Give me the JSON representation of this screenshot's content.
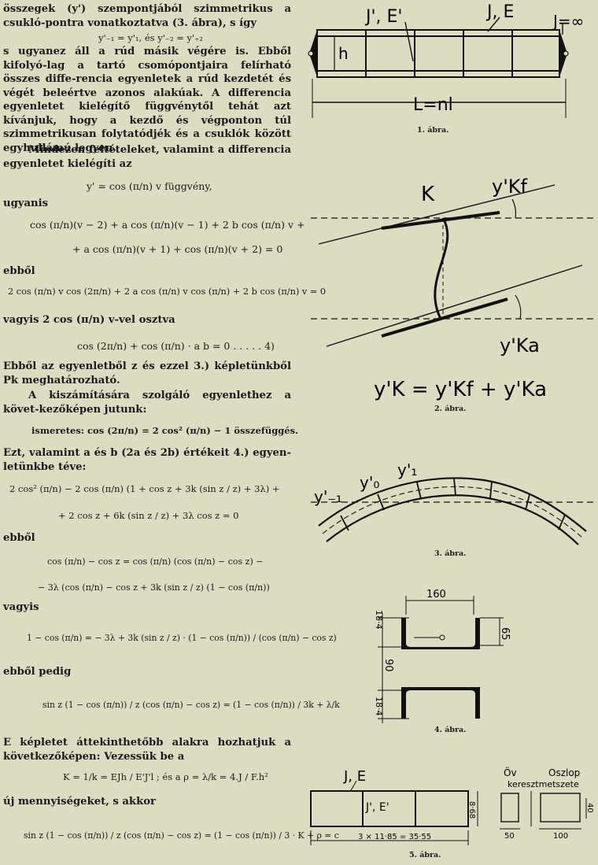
{
  "left": {
    "para1": "összegek (y') szempontjából szimmetrikus a csukló-pontra vonatkoztatva (3. ábra), s így",
    "eq1": "y'₋₁ = y'₁, és y'₋₂ = y'₊₂",
    "para2": "s ugyanez áll a rúd másik végére is. Ebből kifolyó-lag a tartó csomópontjaira felírható összes diffe-rencia egyenletek a rúd kezdetét és végét beleértve azonos alakúak. A differencia egyenletet kielégítő függvénytől tehát azt kívánjuk, hogy a kezdő és végponton túl szimmetrikusan folytatódjék és a csuklók között egyhullámú legyen.",
    "para3": "Mindezen feltételeket, valamint a differencia egyenletet kielégíti az",
    "eq2": "y' = cos (π/n) v   függvény,",
    "ugyanis": "ugyanis",
    "eq3a": "cos (π/n)(v − 2) + a cos (π/n)(v − 1) + 2 b cos (π/n) v +",
    "eq3b": "+ a cos (π/n)(v + 1) + cos (π/n)(v + 2) = 0",
    "ebbol1": "ebből",
    "eq4": "2 cos (π/n) v cos (2π/n) + 2 a cos (π/n) v cos (π/n) + 2 b cos (π/n) v = 0",
    "vagyis1": "vagyis  2 cos (π/n) v-vel osztva",
    "eq5": "cos (2π/n) + cos (π/n) · a    b = 0 . . . . .  4)",
    "para4": "Ebből az egyenletből z és ezzel 3.) képletünkből Pk meghatározható.",
    "para5": "A kiszámítására szolgáló egyenlethez a követ-kezőképen jutunk:",
    "eq6": "ismeretes:  cos (2π/n) = 2 cos² (π/n) − 1  összefüggés.",
    "para6": "Ezt, valamint a és b (2a és 2b) értékeit 4.) egyen-letünkbe téve:",
    "eq7a": "2 cos² (π/n) − 2 cos (π/n) (1 + cos z + 3k (sin z / z) + 3λ) +",
    "eq7b": "+ 2 cos z + 6k (sin z / z) + 3λ cos z = 0",
    "ebbol2": "ebből",
    "eq8a": "cos (π/n) − cos z = cos (π/n) (cos (π/n) − cos z) −",
    "eq8b": "− 3λ (cos (π/n) − cos z + 3k (sin z / z) (1 − cos (π/n))",
    "vagyis2": "vagyis",
    "eq9": "1 − cos (π/n) = − 3λ + 3k (sin z / z) · (1 − cos (π/n)) / (cos (π/n) − cos z)",
    "ebbolpedig": "ebből pedig",
    "eq10": "sin z (1 − cos (π/n)) / z (cos (π/n) − cos z) = (1 − cos (π/n)) / 3k + λ/k",
    "para7": "E képletet áttekinthetőbb alakra hozhatjuk a következőképen: Vezessük be a",
    "eq11": "K = 1/k = EJh / E'J'l ;  és  a ρ = λ/k = 4.J / F.h²",
    "para8": "új mennyiségeket, s akkor",
    "eq12": "sin z (1 − cos (π/n)) / z (cos (π/n) − cos z) = (1 − cos (π/n)) / 3 · K + ρ = c"
  },
  "fig1": {
    "label_jpe": "J', E'",
    "label_je": "J, E",
    "label_jinf": "J=∞",
    "label_h": "h",
    "label_l": "L=nl",
    "caption": "1. ábra."
  },
  "fig2": {
    "label_k": "K",
    "label_ykf": "y'Kf",
    "label_yka": "y'Ka",
    "formula": "y'K = y'Kf + y'Ka",
    "caption": "2. ábra."
  },
  "fig3": {
    "label_ym1": "y'₋₁",
    "label_y0": "y'₀",
    "label_y1": "y'₁",
    "caption": "3. ábra."
  },
  "fig4": {
    "dim_160": "160",
    "dim_65": "65",
    "dim_184a": "18·4",
    "dim_90": "90",
    "dim_184b": "18·4",
    "caption": "4. ábra."
  },
  "fig5": {
    "label_je": "J, E",
    "label_jpe": "J', E'",
    "dim_h": "8·68",
    "dim_len": "3 × 11·85 = 35·55",
    "caption": "5. ábra.",
    "ov": "Öv",
    "oszlop": "Oszlop",
    "kereszt": "keresztmetszete",
    "dim_50": "50",
    "dim_100": "100",
    "dim_40": "40"
  }
}
